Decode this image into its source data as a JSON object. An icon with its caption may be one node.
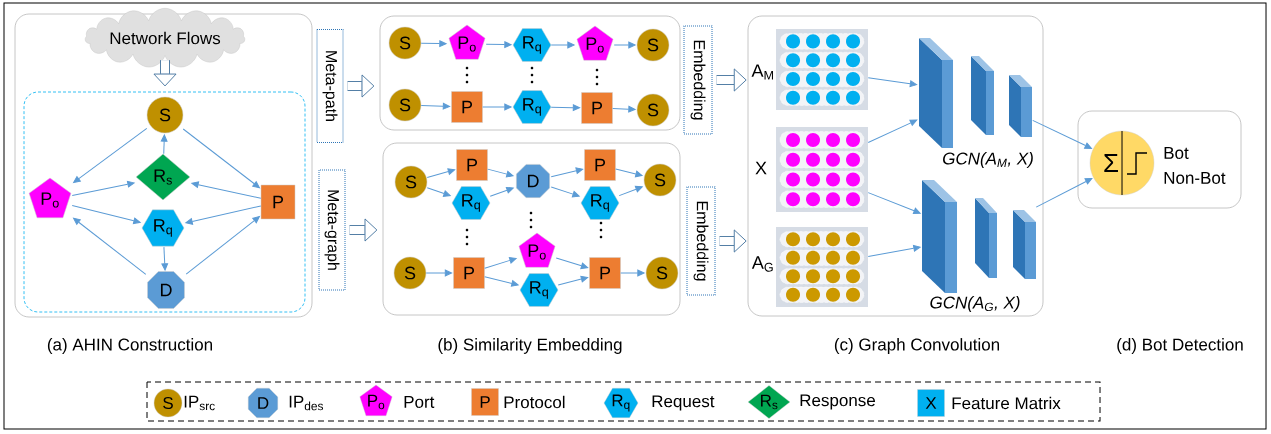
{
  "diagram": {
    "nodes": [
      {
        "text": [],
        "shape": "box"
      },
      {
        "text": [
          "Network Flows"
        ],
        "in": 0
      },
      {
        "text": [],
        "shape": "box",
        "in": 0
      },
      {
        "text": [
          "S"
        ],
        "in": 2
      },
      {
        "text": [
          "R$_{s}$"
        ],
        "in": 2
      },
      {
        "text": [
          "P$_{o}$"
        ],
        "in": 2
      },
      {
        "text": [
          "P"
        ],
        "in": 2
      },
      {
        "text": [
          "R$_{q}$"
        ],
        "in": 2
      },
      {
        "text": [
          "D"
        ],
        "in": 2
      },
      {
        "text": [
          "Meta-path"
        ]
      },
      {
        "text": [
          "Meta-graph"
        ]
      },
      {
        "text": [],
        "shape": "box"
      },
      {
        "text": [
          "S"
        ],
        "in": 11
      },
      {
        "text": [
          "P$_{o}$"
        ],
        "in": 11
      },
      {
        "text": [
          "R$_{q}$"
        ],
        "in": 11
      },
      {
        "text": [
          "P$_{o}$"
        ],
        "in": 11
      },
      {
        "text": [
          "S"
        ],
        "in": 11
      },
      {
        "text": [
          "S"
        ],
        "in": 11
      },
      {
        "text": [
          "P"
        ],
        "in": 11
      },
      {
        "text": [
          "R$_{q}$"
        ],
        "in": 11
      },
      {
        "text": [
          "P"
        ],
        "in": 11
      },
      {
        "text": [
          "S"
        ],
        "in": 11
      },
      {
        "text": [
          "Embedding"
        ]
      },
      {
        "text": [],
        "shape": "box"
      },
      {
        "text": [
          "S"
        ],
        "in": 23
      },
      {
        "text": [
          "P"
        ],
        "in": 23
      },
      {
        "text": [
          "R$_{q}$"
        ],
        "in": 23
      },
      {
        "text": [
          "D"
        ],
        "in": 23
      },
      {
        "text": [
          "P"
        ],
        "in": 23
      },
      {
        "text": [
          "R$_{q}$"
        ],
        "in": 23
      },
      {
        "text": [
          "S"
        ],
        "in": 23
      },
      {
        "text": [
          "S"
        ],
        "in": 23
      },
      {
        "text": [
          "P"
        ],
        "in": 23
      },
      {
        "text": [
          "P$_{o}$"
        ],
        "in": 23
      },
      {
        "text": [
          "R$_{q}$"
        ],
        "in": 23
      },
      {
        "text": [
          "P"
        ],
        "in": 23
      },
      {
        "text": [
          "S"
        ],
        "in": 23
      },
      {
        "text": [
          "Embedding"
        ]
      },
      {
        "text": [],
        "shape": "box"
      },
      {
        "text": [
          "A$_{M}$"
        ],
        "in": 38
      },
      {
        "text": [
          "X"
        ],
        "in": 38
      },
      {
        "text": [
          "A$_{G}$"
        ],
        "in": 38
      },
      {
        "text": [
          "GCN(A$_{M}$, X)"
        ],
        "in": 38
      },
      {
        "text": [
          "GCN(A$_{G}$, X)"
        ],
        "in": 38
      },
      {
        "text": [
          "Bot",
          "Non-Bot"
        ]
      },
      {
        "text": [
          "Σ"
        ],
        "in": 44
      }
    ],
    "edges": [
      {
        "from": 1,
        "to": 2,
        "arrow": "to",
        "style": "thick",
        "color": "#41719c"
      },
      {
        "from": 3,
        "to": 5,
        "arrow": "to"
      },
      {
        "from": 3,
        "to": 6,
        "arrow": "to"
      },
      {
        "from": 4,
        "to": 3,
        "arrow": "to"
      },
      {
        "from": 5,
        "to": 4,
        "arrow": "to"
      },
      {
        "from": 6,
        "to": 4,
        "arrow": "to"
      },
      {
        "from": 5,
        "to": 7,
        "arrow": "to"
      },
      {
        "from": 6,
        "to": 7,
        "arrow": "to"
      },
      {
        "from": 7,
        "to": 8,
        "arrow": "to"
      },
      {
        "from": 8,
        "to": 5,
        "arrow": "to"
      },
      {
        "from": 8,
        "to": 6,
        "arrow": "to"
      },
      {
        "from": 9,
        "to": 11,
        "arrow": "to",
        "style": "thick",
        "color": "#41719c"
      },
      {
        "from": 10,
        "to": 23,
        "arrow": "to",
        "style": "thick",
        "color": "#41719c"
      },
      {
        "from": 12,
        "to": 13,
        "arrow": "to"
      },
      {
        "from": 13,
        "to": 14,
        "arrow": "to"
      },
      {
        "from": 14,
        "to": 15,
        "arrow": "to"
      },
      {
        "from": 15,
        "to": 16,
        "arrow": "to"
      },
      {
        "from": 17,
        "to": 18,
        "arrow": "to"
      },
      {
        "from": 18,
        "to": 19,
        "arrow": "to"
      },
      {
        "from": 19,
        "to": 20,
        "arrow": "to"
      },
      {
        "from": 20,
        "to": 21,
        "arrow": "to"
      },
      {
        "from": 24,
        "to": 25,
        "arrow": "to"
      },
      {
        "from": 24,
        "to": 26,
        "arrow": "to"
      },
      {
        "from": 25,
        "to": 27,
        "arrow": "to"
      },
      {
        "from": 26,
        "to": 27,
        "arrow": "to"
      },
      {
        "from": 27,
        "to": 28,
        "arrow": "to"
      },
      {
        "from": 27,
        "to": 29,
        "arrow": "to"
      },
      {
        "from": 28,
        "to": 30,
        "arrow": "to"
      },
      {
        "from": 29,
        "to": 30,
        "arrow": "to"
      },
      {
        "from": 31,
        "to": 32,
        "arrow": "to"
      },
      {
        "from": 32,
        "to": 33,
        "arrow": "to"
      },
      {
        "from": 32,
        "to": 34,
        "arrow": "to"
      },
      {
        "from": 33,
        "to": 35,
        "arrow": "to"
      },
      {
        "from": 34,
        "to": 35,
        "arrow": "to"
      },
      {
        "from": 35,
        "to": 36,
        "arrow": "to"
      },
      {
        "from": 22,
        "to": 39,
        "arrow": "to",
        "style": "thick",
        "color": "#41719c"
      },
      {
        "from": 37,
        "to": 41,
        "arrow": "to",
        "style": "thick",
        "color": "#41719c"
      },
      {
        "from": 39,
        "to": 42,
        "arrow": "to"
      },
      {
        "from": 40,
        "to": 42,
        "arrow": "to"
      },
      {
        "from": 40,
        "to": 43,
        "arrow": "to"
      },
      {
        "from": 41,
        "to": 43,
        "arrow": "to"
      },
      {
        "from": 42,
        "to": 45,
        "arrow": "to"
      },
      {
        "from": 43,
        "to": 45,
        "arrow": "to"
      }
    ],
    "labels": [
      "(a) AHIN Construction",
      "(b) Similarity Embedding",
      "(c) Graph Convolution",
      "(d) Bot Detection",
      "S",
      "D",
      "P$_{o}$",
      "P",
      "R$_{q}$",
      "R$_{s}$",
      "X"
    ],
    "legend": [
      {
        "text": "IP$_{src}$",
        "color": "#bf9000"
      },
      {
        "text": "IP$_{des}$",
        "color": "#5b9bd5"
      },
      {
        "text": "Port",
        "color": "#ff00ff"
      },
      {
        "text": "Protocol",
        "color": "#ed7d31"
      },
      {
        "text": "Request",
        "color": "#00b0f0"
      },
      {
        "text": "Response",
        "color": "#00a651"
      },
      {
        "text": "Feature Matrix",
        "color": "#00b0f0"
      }
    ]
  }
}
